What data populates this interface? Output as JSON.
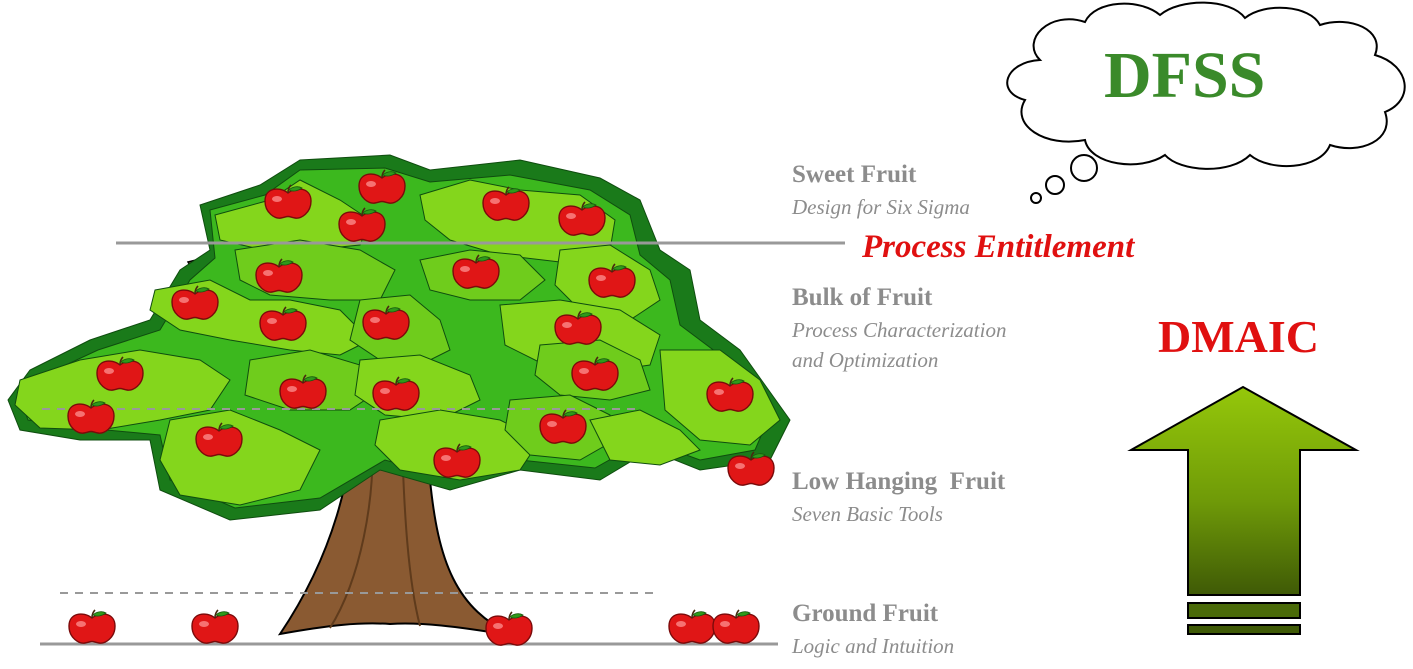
{
  "colors": {
    "leaf_dark": "#1a7a1a",
    "leaf_mid": "#3cb81e",
    "leaf_light": "#84d61c",
    "trunk": "#8a5a32",
    "apple": "#e01616",
    "guide_line": "#999999",
    "label_gray": "#8c8c8c",
    "accent_red": "#e01010",
    "dfss_green": "#3a8a2a",
    "arrow_top": "#95c80a",
    "arrow_bottom": "#3f5a06"
  },
  "cloud": {
    "label": "DFSS"
  },
  "entitlement": {
    "label": "Process Entitlement"
  },
  "dmaic": {
    "label": "DMAIC"
  },
  "levels": [
    {
      "title": "Sweet Fruit",
      "subtitle": [
        "Design for Six Sigma"
      ]
    },
    {
      "title": "Bulk of Fruit",
      "subtitle": [
        "Process Characterization",
        "and Optimization"
      ]
    },
    {
      "title": "Low Hanging  Fruit",
      "subtitle": [
        "Seven Basic Tools"
      ]
    },
    {
      "title": "Ground Fruit",
      "subtitle": [
        "Logic and Intuition"
      ]
    }
  ],
  "icons": {
    "tree": "apple-tree-icon",
    "apple": "apple-icon",
    "cloud": "thought-cloud-icon",
    "arrow": "up-arrow-icon"
  }
}
